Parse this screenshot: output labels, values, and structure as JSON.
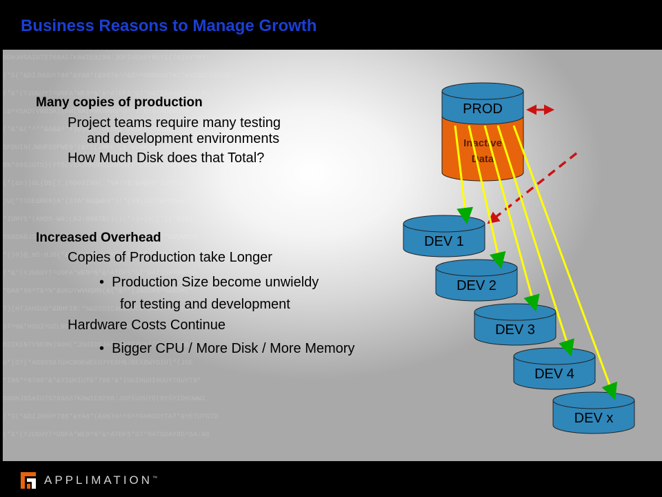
{
  "slide": {
    "title": "Business Reasons to Manage Growth"
  },
  "section1": {
    "heading": "Many copies of production",
    "line1": "Project teams require many testing",
    "line1b": "and development environments",
    "line2": "How Much Disk does that Total?"
  },
  "section2": {
    "heading": "Increased Overhead",
    "line1": "Copies of Production take Longer",
    "bullet1a": "Production Size become unwieldy",
    "bullet1b": "for testing and development",
    "line2": "Hardware Costs Continue",
    "bullet2": "Bigger CPU / More Disk / More Memory"
  },
  "diagram": {
    "prod_label": "PROD",
    "inactive_line1": "Inactive",
    "inactive_line2": "Data",
    "dev_labels": [
      "DEV 1",
      "DEV 2",
      "DEV 3",
      "DEV 4",
      "DEV x"
    ]
  },
  "colors": {
    "title": "#1a3fd4",
    "prod_fill": "#2f86b9",
    "inactive_fill": "#e8640c",
    "dev_fill": "#2f86b9",
    "copy_arrow": "#ffff00",
    "archive_arrow": "#cc1111",
    "logo_orange": "#e8640c"
  },
  "footer": {
    "brand": "APPLIMATION",
    "tm": "™"
  }
}
